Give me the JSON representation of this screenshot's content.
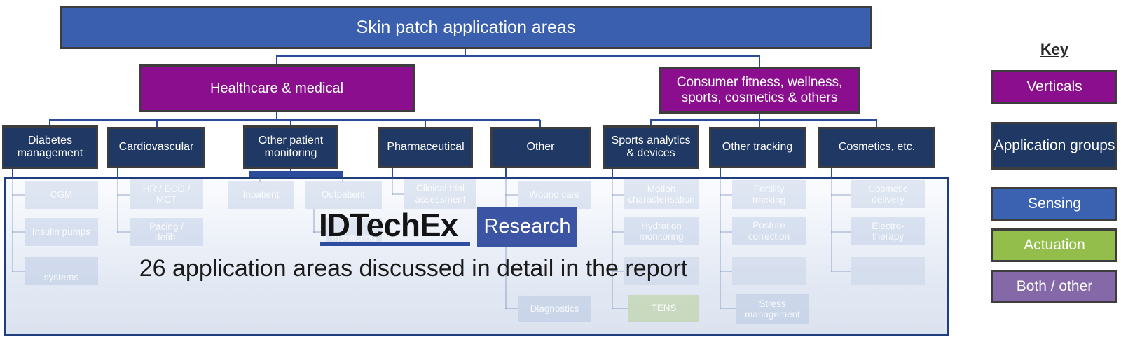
{
  "tree": {
    "root": "Skin patch application areas",
    "verticals": [
      {
        "label": "Healthcare & medical",
        "color": "#8B0E8E"
      },
      {
        "label": "Consumer fitness, wellness, sports, cosmetics & others",
        "color": "#8B0E8E"
      }
    ],
    "groups": [
      "Diabetes management",
      "Cardiovascular",
      "Other patient monitoring",
      "Pharmaceutical",
      "Other",
      "Sports analytics & devices",
      "Other tracking",
      "Cosmetics, etc."
    ],
    "sub_areas": [
      {
        "label": "CGM",
        "type": "sensing"
      },
      {
        "label": "Insulin pumps",
        "type": "sensing"
      },
      {
        "label": "systems",
        "type": "sensing"
      },
      {
        "label": "HR / ECG / MCT",
        "type": "sensing"
      },
      {
        "label": "Pacing / defib.",
        "type": "sensing"
      },
      {
        "label": "Inpatient",
        "type": "sensing"
      },
      {
        "label": "Outpatient",
        "type": "sensing"
      },
      {
        "label": "monitoring",
        "type": "sensing"
      },
      {
        "label": "Clinical trial assessment",
        "type": "sensing"
      },
      {
        "label": "Wound care",
        "type": "sensing"
      },
      {
        "label": "Diagnostics",
        "type": "sensing"
      },
      {
        "label": "Motion characterisation",
        "type": "sensing"
      },
      {
        "label": "Hydration monitoring",
        "type": "sensing"
      },
      {
        "label": "",
        "type": "sensing"
      },
      {
        "label": "TENS",
        "type": "actuation"
      },
      {
        "label": "Fertility tracking",
        "type": "sensing"
      },
      {
        "label": "Posture correction",
        "type": "sensing"
      },
      {
        "label": "",
        "type": "sensing"
      },
      {
        "label": "Stress management",
        "type": "sensing"
      },
      {
        "label": "Cosmetic delivery",
        "type": "sensing"
      },
      {
        "label": "Electro-therapy",
        "type": "sensing"
      },
      {
        "label": "",
        "type": "sensing"
      }
    ]
  },
  "overlay": {
    "logo_main": "IDTechEx",
    "logo_sub": "Research",
    "caption": "26 application areas discussed in detail in the report"
  },
  "key": {
    "title": "Key",
    "items": [
      {
        "label": "Verticals",
        "color": "#8B0E8E"
      },
      {
        "label": "Application groups",
        "color": "#1F3864"
      },
      {
        "label": "Sensing",
        "color": "#3A62B0"
      },
      {
        "label": "Actuation",
        "color": "#94BE4C"
      },
      {
        "label": "Both / other",
        "color": "#8468A8"
      }
    ]
  },
  "colors": {
    "root_box": "#3A5FAE",
    "connector": "#2B4B9B",
    "panel_border": "#1F3E7E"
  }
}
